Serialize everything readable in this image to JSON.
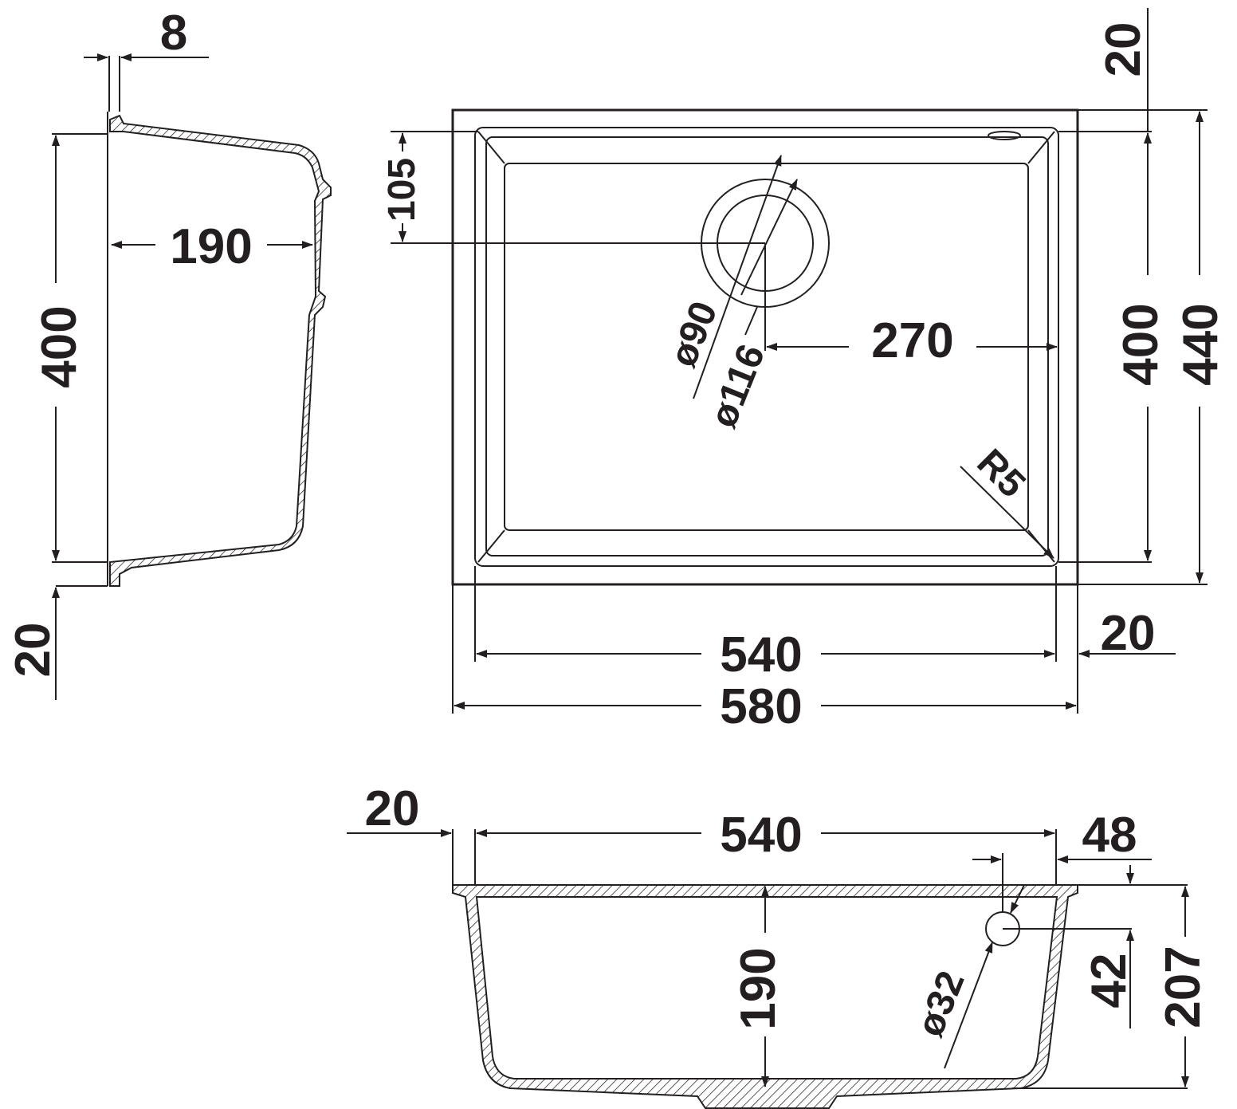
{
  "title": "Undermount sink dimension drawing",
  "side_view": {
    "flange_thickness": "8",
    "depth": "190",
    "length": "400",
    "offset": "20"
  },
  "top_view": {
    "drain_offset": "105",
    "drain_inner_diameter": "ø90",
    "drain_outer_diameter": "ø116",
    "drain_center_from_side": "270",
    "inner_length": "400",
    "outer_length": "440",
    "top_offset": "20",
    "corner_radius": "R5",
    "inner_width": "540",
    "side_offset": "20",
    "outer_width": "580"
  },
  "front_view": {
    "flange_offset": "20",
    "inner_width": "540",
    "overflow_offset": "48",
    "depth": "190",
    "overflow_height": "42",
    "total_height": "207",
    "overflow_diameter": "ø32"
  }
}
